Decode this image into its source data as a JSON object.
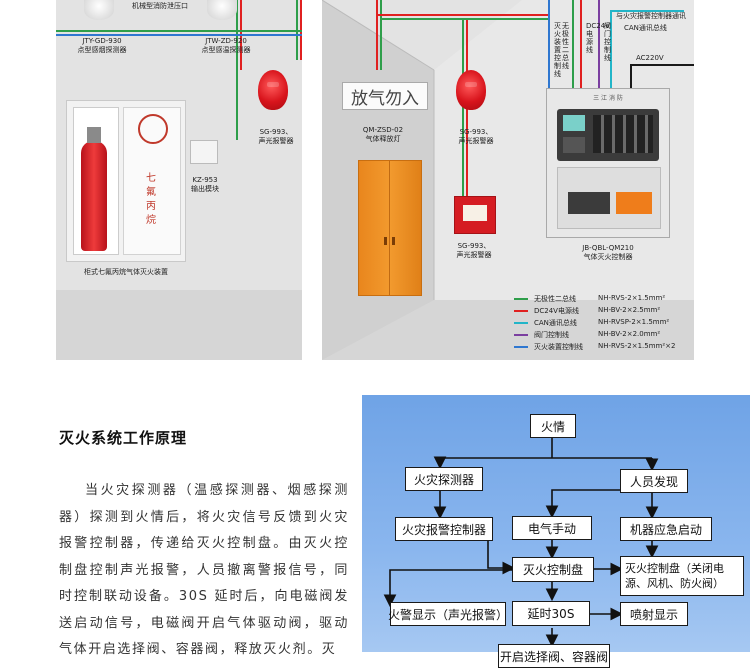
{
  "illustration": {
    "top_label_1": "机械型消防泄压口",
    "devices": {
      "smoke_detector": [
        "JTY-GD-930",
        "点型感烟探测器"
      ],
      "heat_detector": [
        "JTW-ZD-920",
        "点型感温探测器"
      ],
      "alarm_left": [
        "SG-993、",
        "声光报警器"
      ],
      "alarm_mid": [
        "SG-993、",
        "声光报警器"
      ],
      "alarm_low": [
        "SG-993、",
        "声光报警器"
      ],
      "output_module": [
        "KZ-953",
        "输出模块"
      ],
      "cabinet": "柜式七氟丙烷气体灭火装置",
      "cabinet_door_text": "七\n氟\n丙\n烷",
      "release_lamp": [
        "QM-ZSD-02",
        "气体释放灯"
      ],
      "sign_text": "放气勿入",
      "controller": [
        "JB-QBL-QM210",
        "气体灭火控制器"
      ],
      "controller_brand": "三 江 消 防"
    },
    "wire_labels": {
      "release_ctrl": "灭火装置控制线",
      "two_bus": "无极性二总线",
      "dc24v": "DC24V电源线",
      "valve": "阀门控制线",
      "can_line": "CAN通讯总线",
      "note": "与火灾报警控制器通讯",
      "ac": "AC220V"
    },
    "legend": [
      {
        "name": "无极性二总线",
        "spec": "NH-RVS-2×1.5mm²",
        "color": "#2e9e4a"
      },
      {
        "name": "DC24V电源线",
        "spec": "NH-BV-2×2.5mm²",
        "color": "#e02020"
      },
      {
        "name": "CAN通讯总线",
        "spec": "NH-RVSP-2×1.5mm²",
        "color": "#22b5c8"
      },
      {
        "name": "阀门控制线",
        "spec": "NH-BV-2×2.0mm²",
        "color": "#7b3fa0"
      },
      {
        "name": "灭火装置控制线",
        "spec": "NH-RVS-2×1.5mm²×2",
        "color": "#2f77d0"
      }
    ]
  },
  "principle": {
    "heading": "灭火系统工作原理",
    "paragraph": "当火灾探测器（温感探测器、烟感探测器）探测到火情后，将火灾信号反馈到火灾报警控制器，传递给灭火控制盘。由灭火控制盘控制声光报警，人员撤离警报信号，同时控制联动设备。30S 延时后，向电磁阀发送启动信号，电磁阀开启气体驱动阀，驱动气体开启选择阀、容器阀，释放灭火剂。灭"
  },
  "flowchart": {
    "fire": "火情",
    "detector": "火灾探测器",
    "person": "人员发现",
    "alarm_ctrl": "火灾报警控制器",
    "manual": "电气手动",
    "emergency": "机器应急启动",
    "panel": "灭火控制盘",
    "panel_note": "灭火控制盘（关闭电源、风机、防火阀）",
    "alarm_display": "火警显示（声光报警）",
    "delay": "延时30S",
    "spray_display": "喷射显示",
    "next": "开启选择阀、容器阀"
  }
}
